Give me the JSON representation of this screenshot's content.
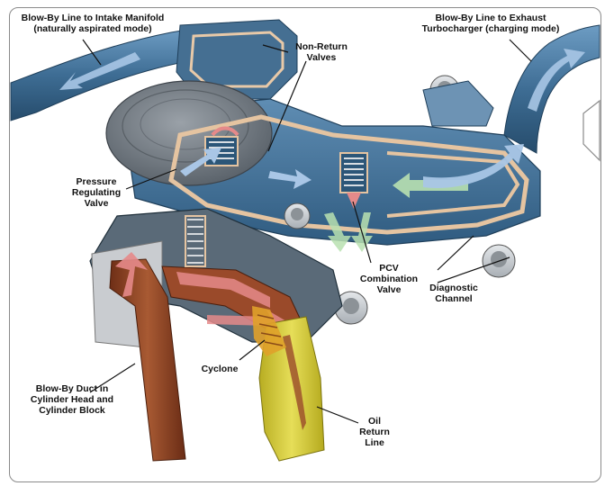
{
  "labels": {
    "intake": "Blow-By Line to Intake Manifold\n(naturally aspirated mode)",
    "exhaust": "Blow-By Line to Exhaust\nTurbocharger (charging mode)",
    "nonreturn": "Non-Return\nValves",
    "pressure": "Pressure\nRegulating\nValve",
    "pcv": "PCV\nCombination\nValve",
    "diagnostic": "Diagnostic\nChannel",
    "cyclone": "Cyclone",
    "duct": "Blow-By Duct in\nCylinder Head and\nCylinder Block",
    "oil": "Oil\nReturn\nLine"
  },
  "colors": {
    "housing_blue": "#3f6f95",
    "housing_dark": "#2c5678",
    "cap_gray": "#7d858d",
    "copper": "#9a4a2a",
    "oil_yellow": "#d8cf3a",
    "arrow_blue": "#a9c6e6",
    "arrow_pink": "#e58a8a",
    "arrow_green": "#b8e0b0",
    "metal": "#c7cbcf"
  }
}
